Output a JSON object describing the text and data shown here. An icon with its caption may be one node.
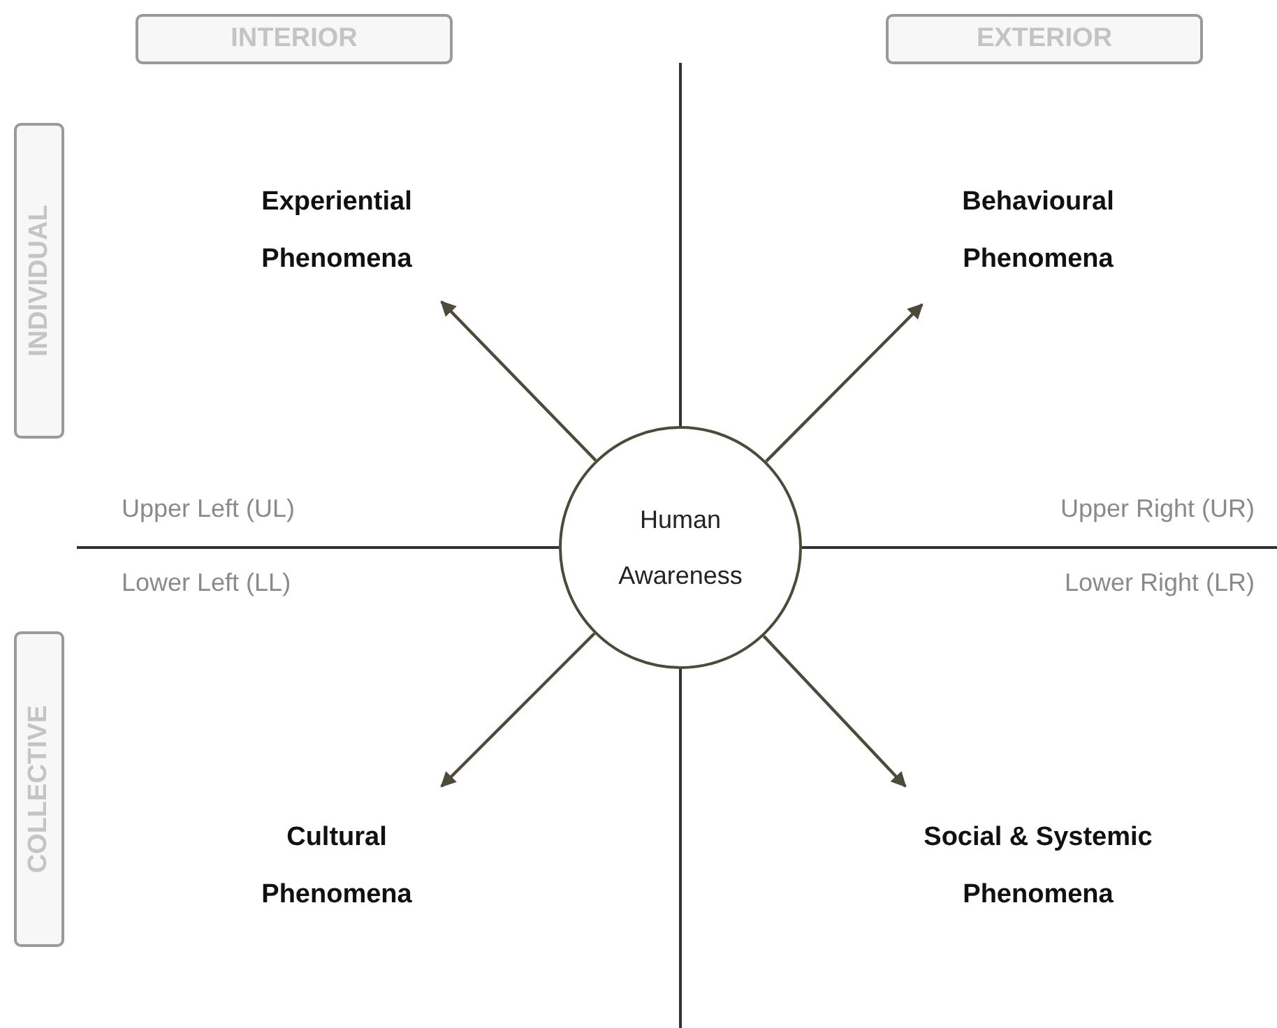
{
  "diagram": {
    "nodes": [
      {
        "text": [
          "INTERIOR"
        ]
      },
      {
        "text": [
          "EXTERIOR"
        ]
      },
      {
        "text": [
          "INDIVIDUAL"
        ]
      },
      {
        "text": [
          "Experiential Phenomena"
        ]
      },
      {
        "text": [
          "Behavioural Phenomena"
        ]
      },
      {
        "text": [
          "Human Awareness"
        ]
      },
      {
        "text": [
          "COLLECTIVE"
        ]
      },
      {
        "text": [
          "Cultural Phenomena"
        ]
      },
      {
        "text": [
          "Social & Systemic Phenomena"
        ]
      }
    ],
    "edges": [
      {
        "from": 5,
        "to": 3,
        "arrow": "to"
      },
      {
        "from": 5,
        "to": 4,
        "arrow": "to"
      },
      {
        "from": 5,
        "to": 7,
        "arrow": "to"
      },
      {
        "from": 5,
        "to": 8,
        "arrow": "to"
      }
    ],
    "labels": [
      "Upper Left (UL)",
      "Upper Right (UR)",
      "Lower Left (LL)",
      "Lower Right (LR)"
    ]
  }
}
